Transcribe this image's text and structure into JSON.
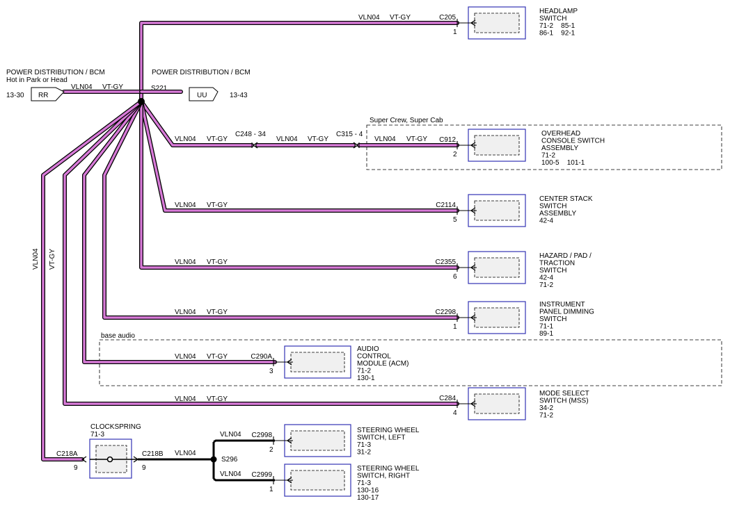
{
  "sources": {
    "left_title": "POWER DISTRIBUTION / BCM",
    "left_subtitle": "Hot in Park or Head",
    "left_ref": "13-30",
    "left_tag": "RR",
    "center_title": "POWER DISTRIBUTION / BCM",
    "right_tag": "UU",
    "right_ref": "13-43"
  },
  "splices": {
    "main": "S221",
    "steering": "S296"
  },
  "wire": {
    "circuit": "VLN04",
    "color": "VT-GY"
  },
  "regions": {
    "supercrew": "Super Crew, Super Cab",
    "base_audio": "base audio"
  },
  "inline_connectors": {
    "c248": "C248 - 34",
    "c315": "C315 - 4"
  },
  "components": [
    {
      "connector": "C205",
      "pin": "1",
      "lines": [
        "HEADLAMP",
        "SWITCH",
        "71-2    85-1",
        "86-1    92-1"
      ]
    },
    {
      "connector": "C912",
      "pin": "2",
      "lines": [
        "OVERHEAD",
        "CONSOLE SWITCH",
        "ASSEMBLY",
        "71-2",
        "100-5   101-1"
      ]
    },
    {
      "connector": "C2114",
      "pin": "5",
      "lines": [
        "CENTER STACK",
        "SWITCH",
        "ASSEMBLY",
        "42-4"
      ]
    },
    {
      "connector": "C2355",
      "pin": "6",
      "lines": [
        "HAZARD / PAD /",
        "TRACTION",
        "SWITCH",
        "42-4",
        "71-2"
      ]
    },
    {
      "connector": "C2298",
      "pin": "1",
      "lines": [
        "INSTRUMENT",
        "PANEL DIMMING",
        "SWITCH",
        "71-1",
        "89-1"
      ]
    },
    {
      "connector": "C290A",
      "pin": "3",
      "lines": [
        "AUDIO",
        "CONTROL",
        "MODULE (ACM)",
        "71-2",
        "130-1"
      ]
    },
    {
      "connector": "C284",
      "pin": "4",
      "lines": [
        "MODE SELECT",
        "SWITCH (MSS)",
        "34-2",
        "71-2"
      ]
    },
    {
      "connector": "C2998",
      "pin": "2",
      "lines": [
        "STEERING WHEEL",
        "SWITCH, LEFT",
        "71-3",
        "31-2"
      ]
    },
    {
      "connector": "C2999",
      "pin": "1",
      "lines": [
        "STEERING WHEEL",
        "SWITCH, RIGHT",
        "71-3",
        "130-16",
        "130-17"
      ]
    }
  ],
  "clockspring": {
    "title": "CLOCKSPRING",
    "ref": "71-3",
    "left_connector": "C218A",
    "left_pin": "9",
    "right_connector": "C218B",
    "right_pin": "9"
  },
  "colors": {
    "wire_fill": "#d77ad7",
    "component_border": "#3232b4",
    "component_fill": "#f0f0f0"
  }
}
